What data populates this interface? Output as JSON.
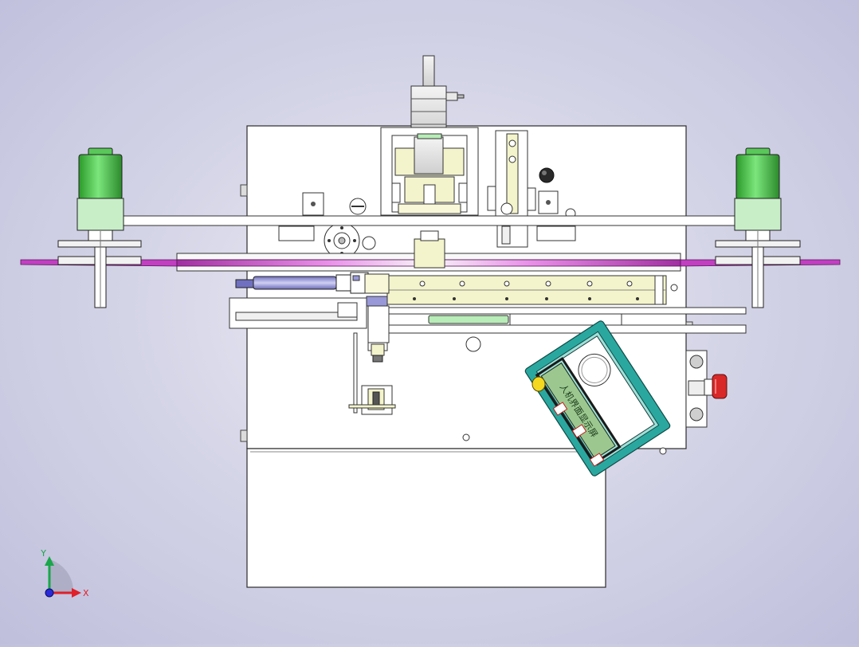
{
  "viewport": {
    "background": "#c4c4de"
  },
  "triad": {
    "x_label": "X",
    "y_label": "Y",
    "x_color": "#e0202a",
    "y_color": "#1aa64a",
    "z_color": "#2a2ad8"
  },
  "colors": {
    "frame": "#ffffff",
    "outline": "#2b2b2b",
    "motor_green": "#48d048",
    "motor_base": "#c8eec8",
    "belt_magenta": "#c040c0",
    "yellow_part": "#f4f4cc",
    "teal_housing": "#2aa8a0",
    "lcd_green": "#9cc890",
    "red_knob": "#d82828",
    "cylinder_blue": "#9898d8"
  },
  "display": {
    "text": "人机界面显示屏"
  }
}
